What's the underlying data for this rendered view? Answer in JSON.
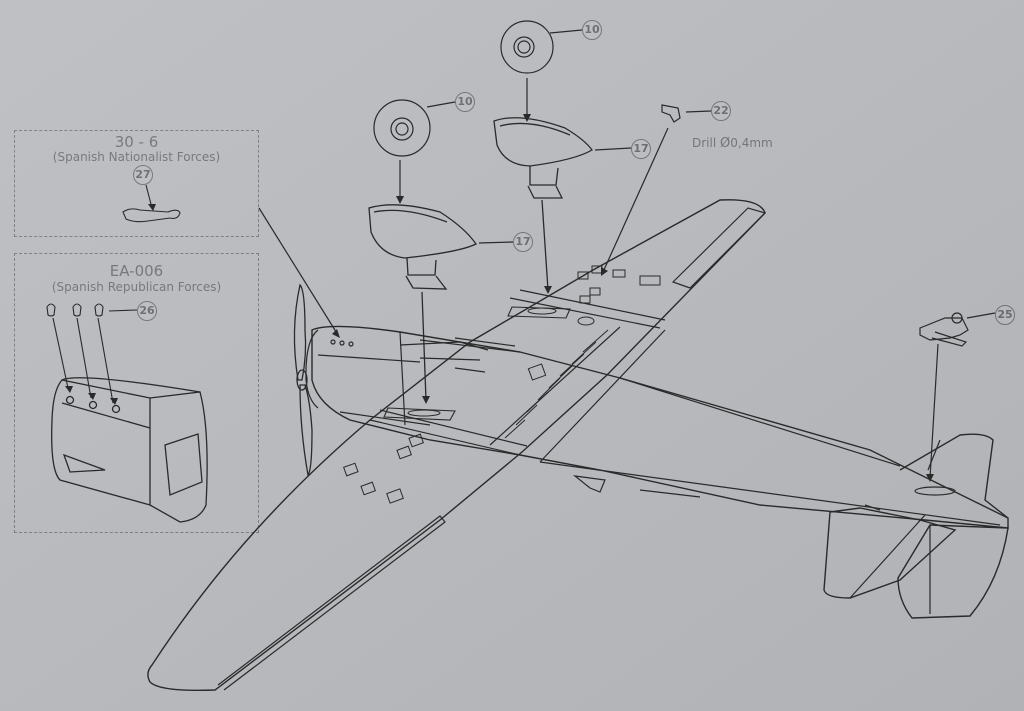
{
  "insets": {
    "nationalist": {
      "code": "30 - 6",
      "caption": "(Spanish Nationalist Forces)",
      "part": "27"
    },
    "republican": {
      "code": "EA-006",
      "caption": "(Spanish Republican Forces)",
      "part": "26"
    }
  },
  "callouts": {
    "wheel_a": "10",
    "wheel_b": "10",
    "spat_a": "17",
    "spat_b": "17",
    "pin": "22",
    "tail_part": "25"
  },
  "drill_note": "Drill",
  "drill_symbol": "Ø",
  "drill_size": "0,4mm",
  "colors": {
    "paper": "#b9bbbf",
    "ink": "#222222"
  }
}
